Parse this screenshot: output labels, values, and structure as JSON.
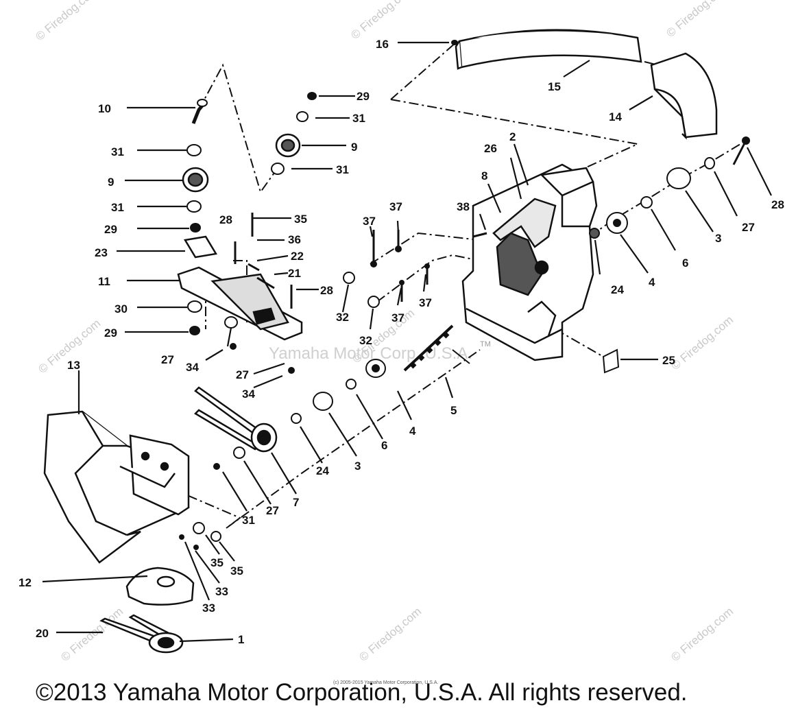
{
  "diagram": {
    "callouts": [
      "1",
      "2",
      "3",
      "3",
      "4",
      "4",
      "5",
      "6",
      "6",
      "7",
      "8",
      "9",
      "9",
      "10",
      "11",
      "12",
      "13",
      "14",
      "15",
      "16",
      "20",
      "21",
      "22",
      "23",
      "24",
      "24",
      "25",
      "26",
      "27",
      "27",
      "27",
      "27",
      "28",
      "28",
      "28",
      "29",
      "29",
      "29",
      "30",
      "31",
      "31",
      "31",
      "31",
      "31",
      "32",
      "32",
      "33",
      "33",
      "34",
      "34",
      "35",
      "35",
      "35",
      "36",
      "37",
      "37",
      "37",
      "37",
      "38"
    ],
    "center_watermark": "Yamaha Motor Corp, U.S.A.",
    "trademark": "TM"
  },
  "watermark": {
    "text": "© Firedog.com",
    "color": "#c9c9c9"
  },
  "footer": {
    "copyright": "©2013 Yamaha Motor Corporation, U.S.A. All rights reserved.",
    "fine_print": "(c) 2005-2015 Yamaha Motor Corporation, U.S.A."
  }
}
